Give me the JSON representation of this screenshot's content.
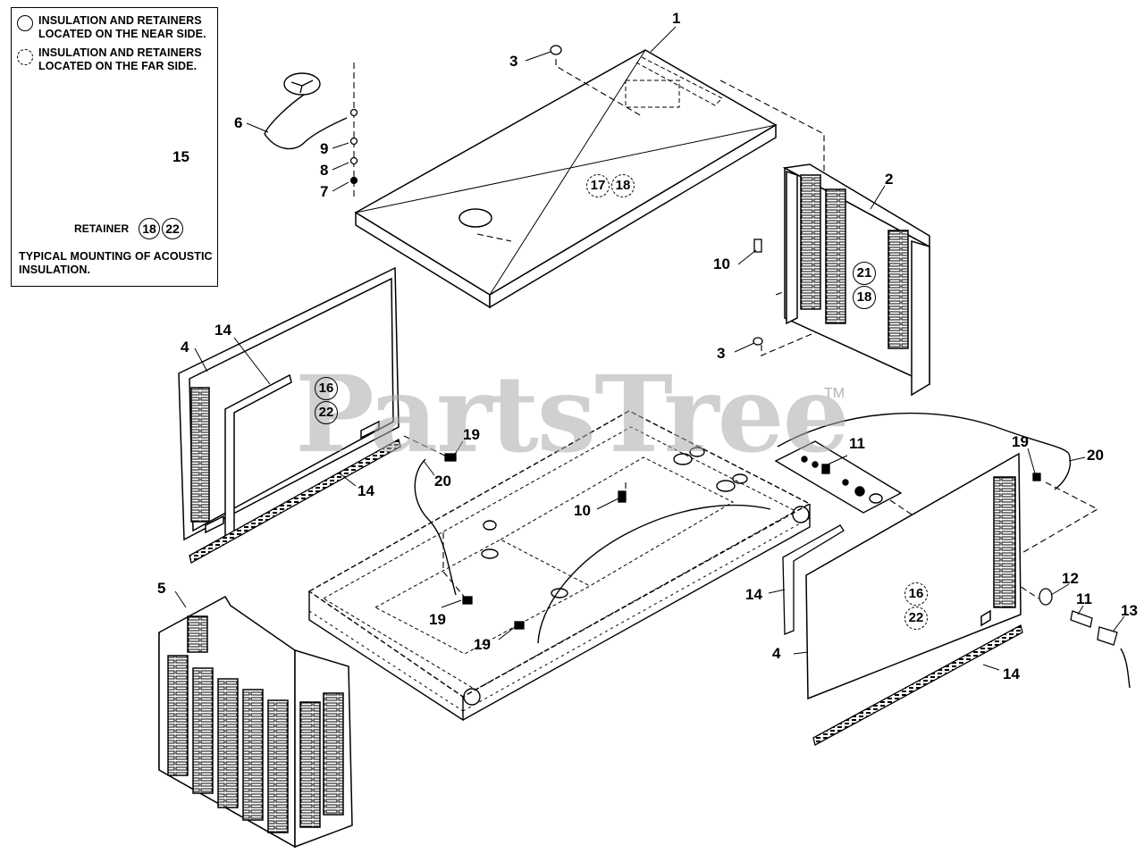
{
  "legend": {
    "near_side": "INSULATION AND RETAINERS LOCATED ON THE NEAR SIDE.",
    "far_side": "INSULATION AND RETAINERS LOCATED ON THE FAR SIDE.",
    "retainer_label": "RETAINER",
    "retainer_refs": [
      "18",
      "22"
    ],
    "callout_15": "15",
    "caption": "TYPICAL MOUNTING OF ACOUSTIC INSULATION."
  },
  "watermark": {
    "text": "PartsTree",
    "tm": "TM"
  },
  "callouts": {
    "c1": "1",
    "c2": "2",
    "c3a": "3",
    "c3b": "3",
    "c4a": "4",
    "c4b": "4",
    "c5": "5",
    "c6": "6",
    "c7": "7",
    "c8": "8",
    "c9": "9",
    "c10a": "10",
    "c10b": "10",
    "c11a": "11",
    "c11b": "11",
    "c12": "12",
    "c13": "13",
    "c14a": "14",
    "c14b": "14",
    "c14c": "14",
    "c14d": "14",
    "c19a": "19",
    "c19b": "19",
    "c19c": "19",
    "c19d": "19",
    "c20a": "20",
    "c20b": "20"
  },
  "rings": {
    "r17": "17",
    "r18a": "18",
    "r21": "21",
    "r18b": "18",
    "r16a": "16",
    "r22a": "22",
    "r16b": "16",
    "r22b": "22"
  }
}
